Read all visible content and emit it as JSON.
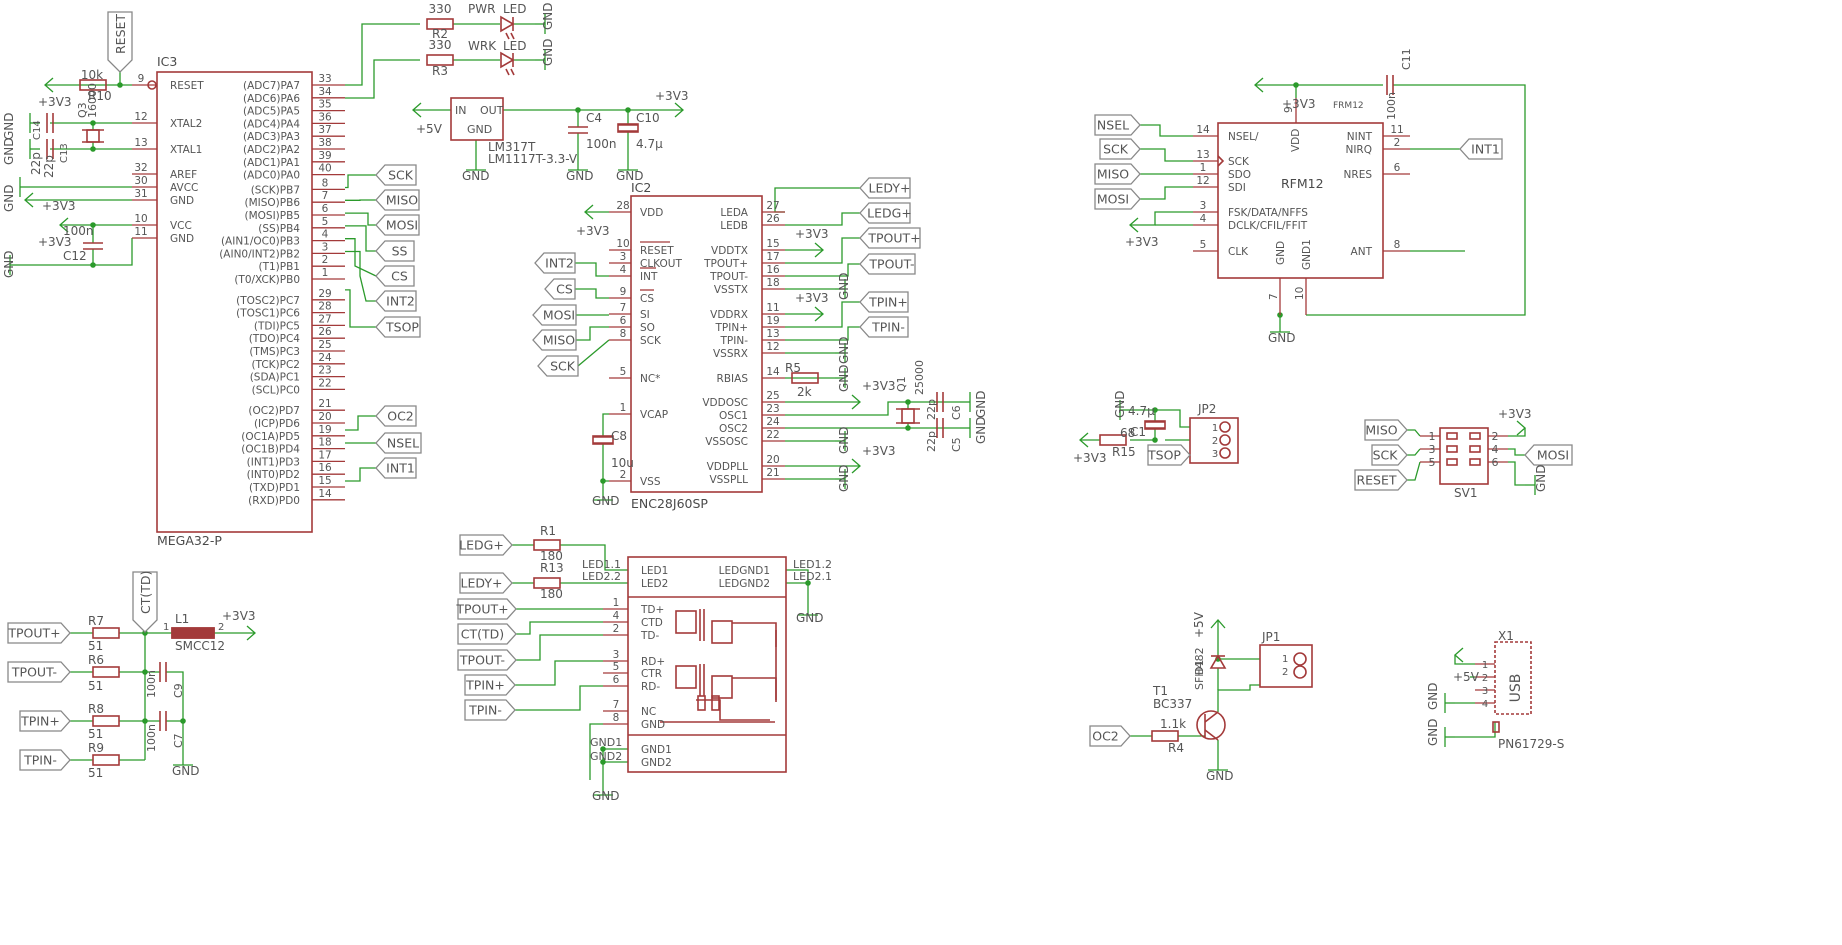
{
  "ic3": {
    "ref": "IC3",
    "name": "MEGA32-P",
    "left": [
      [
        "9",
        "RESET"
      ],
      [
        "12",
        "XTAL2"
      ],
      [
        "13",
        "XTAL1"
      ],
      [
        "32",
        "AREF"
      ],
      [
        "30",
        "AVCC"
      ],
      [
        "31",
        "GND"
      ],
      [
        "10",
        "VCC"
      ],
      [
        "11",
        "GND"
      ]
    ],
    "right": [
      [
        "33",
        "(ADC7)PA7"
      ],
      [
        "34",
        "(ADC6)PA6"
      ],
      [
        "35",
        "(ADC5)PA5"
      ],
      [
        "36",
        "(ADC4)PA4"
      ],
      [
        "37",
        "(ADC3)PA3"
      ],
      [
        "38",
        "(ADC2)PA2"
      ],
      [
        "39",
        "(ADC1)PA1"
      ],
      [
        "40",
        "(ADC0)PA0"
      ],
      [
        "8",
        "(SCK)PB7"
      ],
      [
        "7",
        "(MISO)PB6"
      ],
      [
        "6",
        "(MOSI)PB5"
      ],
      [
        "5",
        "(SS)PB4"
      ],
      [
        "4",
        "(AIN1/OC0)PB3"
      ],
      [
        "3",
        "(AIN0/INT2)PB2"
      ],
      [
        "2",
        "(T1)PB1"
      ],
      [
        "1",
        "(T0/XCK)PB0"
      ],
      [
        "29",
        "(TOSC2)PC7"
      ],
      [
        "28",
        "(TOSC1)PC6"
      ],
      [
        "27",
        "(TDI)PC5"
      ],
      [
        "26",
        "(TDO)PC4"
      ],
      [
        "25",
        "(TMS)PC3"
      ],
      [
        "24",
        "(TCK)PC2"
      ],
      [
        "23",
        "(SDA)PC1"
      ],
      [
        "22",
        "(SCL)PC0"
      ],
      [
        "21",
        "(OC2)PD7"
      ],
      [
        "20",
        "(ICP)PD6"
      ],
      [
        "19",
        "(OC1A)PD5"
      ],
      [
        "18",
        "(OC1B)PD4"
      ],
      [
        "17",
        "(INT1)PD3"
      ],
      [
        "16",
        "(INT0)PD2"
      ],
      [
        "15",
        "(TXD)PD1"
      ],
      [
        "14",
        "(RXD)PD0"
      ]
    ]
  },
  "ic2": {
    "ref": "IC2",
    "name": "ENC28J60SP",
    "left": [
      [
        "28",
        "VDD"
      ],
      [
        "10",
        "RESET"
      ],
      [
        "3",
        "CLKOUT"
      ],
      [
        "4",
        "INT"
      ],
      [
        "9",
        "CS"
      ],
      [
        "7",
        "SI"
      ],
      [
        "6",
        "SO"
      ],
      [
        "8",
        "SCK"
      ],
      [
        "5",
        "NC*"
      ],
      [
        "1",
        "VCAP"
      ],
      [
        "2",
        "VSS"
      ]
    ],
    "right": [
      [
        "27",
        "LEDA"
      ],
      [
        "26",
        "LEDB"
      ],
      [
        "15",
        "VDDTX"
      ],
      [
        "17",
        "TPOUT+"
      ],
      [
        "16",
        "TPOUT-"
      ],
      [
        "18",
        "VSSTX"
      ],
      [
        "11",
        "VDDRX"
      ],
      [
        "19",
        "TPIN+"
      ],
      [
        "13",
        "TPIN-"
      ],
      [
        "12",
        "VSSRX"
      ],
      [
        "14",
        "RBIAS"
      ],
      [
        "25",
        "VDDOSC"
      ],
      [
        "23",
        "OSC1"
      ],
      [
        "24",
        "OSC2"
      ],
      [
        "22",
        "VSSOSC"
      ],
      [
        "20",
        "VDDPLL"
      ],
      [
        "21",
        "VSSPLL"
      ]
    ]
  },
  "rfm12": {
    "ref": "FRM12",
    "name": "RFM12",
    "left": [
      [
        "14",
        "NSEL/"
      ],
      [
        "13",
        "SCK"
      ],
      [
        "1",
        "SDO"
      ],
      [
        "12",
        "SDI"
      ],
      [
        "3",
        "FSK/DATA/NFFS"
      ],
      [
        "4",
        "DCLK/CFIL/FFIT"
      ],
      [
        "5",
        "CLK"
      ]
    ],
    "right": [
      [
        "11",
        "NINT"
      ],
      [
        "2",
        "NIRQ"
      ],
      [
        "6",
        "NRES"
      ],
      [
        "8",
        "ANT"
      ]
    ],
    "top": [
      [
        "9",
        "VDD"
      ]
    ],
    "bottom": [
      [
        "7",
        "GND"
      ],
      [
        "10",
        "GND1"
      ]
    ]
  },
  "magjack": {
    "left": [
      "LED1",
      "LED2",
      "TD+",
      "CTD",
      "TD-",
      "RD+",
      "CTR",
      "RD-",
      "NC",
      "GND",
      "GND1",
      "GND2"
    ],
    "right": [
      "LEDGND1",
      "LEDGND2"
    ],
    "pins": [
      "1",
      "4",
      "2",
      "3",
      "5",
      "6",
      "7",
      "8"
    ]
  },
  "reg": {
    "ref": "LM317T",
    "name": "LM1117T-3.3-V",
    "in": "IN",
    "out": "OUT",
    "gnd": "GND"
  },
  "sv1": {
    "ref": "SV1",
    "pins": [
      "1",
      "2",
      "3",
      "4",
      "5",
      "6"
    ]
  },
  "jp2": {
    "ref": "JP2",
    "pins": [
      "1",
      "2",
      "3"
    ]
  },
  "jp1": {
    "ref": "JP1",
    "pins": [
      "1",
      "2"
    ]
  },
  "x1": {
    "ref": "X1",
    "name": "PN61729-S",
    "label": "USB",
    "pins": [
      "1",
      "2",
      "3",
      "4"
    ]
  },
  "labels": {
    "reset": "RESET",
    "sck": "SCK",
    "miso": "MISO",
    "mosi": "MOSI",
    "ss": "SS",
    "cs": "CS",
    "int2": "INT2",
    "tsop": "TSOP",
    "oc2": "OC2",
    "nsel": "NSEL",
    "int1": "INT1",
    "ledy": "LEDY+",
    "ledg": "LEDG+",
    "tpoutp": "TPOUT+",
    "tpoutm": "TPOUT-",
    "tpinp": "TPIN+",
    "tpinm": "TPIN-",
    "ctd": "CT(TD)",
    "reset2": "RESET"
  },
  "power": {
    "v33": "+3V3",
    "v5": "+5V",
    "gnd": "GND"
  },
  "parts": {
    "r2": [
      "R2",
      "330"
    ],
    "r3": [
      "R3",
      "330"
    ],
    "pwr": [
      "PWR",
      "LED"
    ],
    "wrk": [
      "WRK",
      "LED"
    ],
    "r10": [
      "R10",
      "10k"
    ],
    "q3": [
      "Q3",
      "16000"
    ],
    "c13": [
      "C13",
      "22p"
    ],
    "c14": [
      "C14",
      "22p"
    ],
    "c12": [
      "C12",
      "100n"
    ],
    "c4": [
      "C4",
      "100n"
    ],
    "c10": [
      "C10",
      "4.7µ"
    ],
    "c8": [
      "C8",
      "10u"
    ],
    "r5": [
      "R5",
      "2k"
    ],
    "q1": [
      "Q1",
      "25000"
    ],
    "c5": [
      "C5",
      "22p"
    ],
    "c6": [
      "C6",
      "22p"
    ],
    "r1": [
      "R1",
      "180"
    ],
    "r13": [
      "R13",
      "180"
    ],
    "led11": "LED1.1",
    "led22": "LED2.2",
    "led12": "LED1.2",
    "led21": "LED2.1",
    "r7": [
      "R7",
      "51"
    ],
    "r6": [
      "R6",
      "51"
    ],
    "r8": [
      "R8",
      "51"
    ],
    "r9": [
      "R9",
      "51"
    ],
    "c9": [
      "C9",
      "100n"
    ],
    "c7": [
      "C7",
      "100n"
    ],
    "l1": [
      "L1",
      "SMCC12"
    ],
    "c11": [
      "C11",
      "100n"
    ],
    "c1": [
      "C1",
      "4.7µ"
    ],
    "r15": [
      "R15",
      "68"
    ],
    "d1": [
      "D1",
      "SFH482"
    ],
    "t1": [
      "T1",
      "BC337"
    ],
    "r4": [
      "R4",
      "1.1k"
    ]
  }
}
